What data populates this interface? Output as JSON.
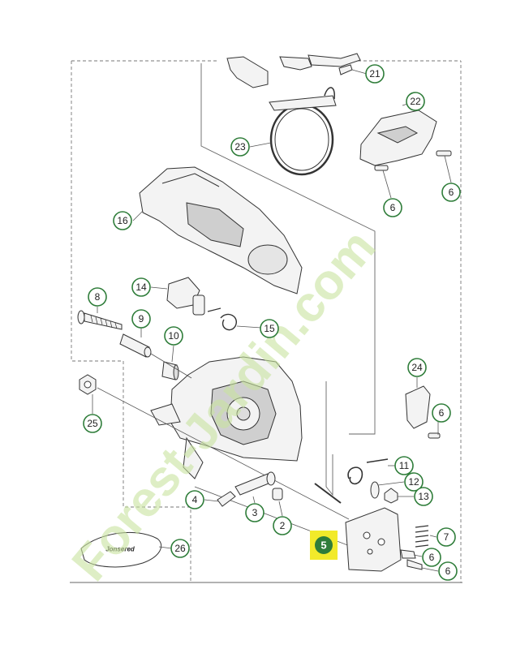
{
  "diagram": {
    "callouts": [
      {
        "label": "21"
      },
      {
        "label": "22"
      },
      {
        "label": "23"
      },
      {
        "label": "6"
      },
      {
        "label": "6"
      },
      {
        "label": "16"
      },
      {
        "label": "14"
      },
      {
        "label": "8"
      },
      {
        "label": "15"
      },
      {
        "label": "9"
      },
      {
        "label": "10"
      },
      {
        "label": "24"
      },
      {
        "label": "25"
      },
      {
        "label": "6"
      },
      {
        "label": "11"
      },
      {
        "label": "12"
      },
      {
        "label": "13"
      },
      {
        "label": "4"
      },
      {
        "label": "3"
      },
      {
        "label": "2"
      },
      {
        "label": "7"
      },
      {
        "label": "26"
      },
      {
        "label": "6"
      },
      {
        "label": "6"
      }
    ],
    "highlighted_callout": {
      "label": "5",
      "color": "#f2ea2a"
    },
    "logo_text": "Jonsered",
    "watermark": "Forest-Jardin.com",
    "colors": {
      "callout_ring": "#2f7d3a",
      "watermark_green": "#c9e4a0",
      "watermark_orange": "#f4b35a"
    }
  }
}
